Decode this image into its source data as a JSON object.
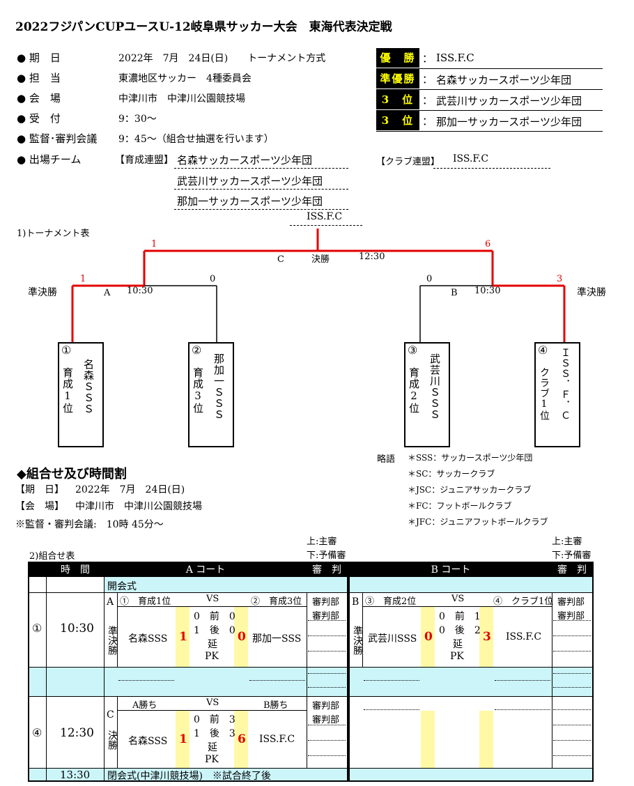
{
  "title": "2022フジパンCUPユースU-12岐阜県サッカー大会　東海代表決定戦",
  "info": [
    {
      "label": "● 期　日",
      "value": "2022年　7月　24日(日)　　トーナメント方式"
    },
    {
      "label": "● 担　当",
      "value": "東濃地区サッカー　4種委員会"
    },
    {
      "label": "● 会　場",
      "value": "中津川市　中津川公園競技場"
    },
    {
      "label": "● 受　付",
      "value": "9：30～"
    },
    {
      "label": "● 監督･審判会議",
      "value": "9：45～（組合せ抽選を行います）"
    },
    {
      "label": "● 出場チーム",
      "value": "【育成連盟】"
    }
  ],
  "results": [
    {
      "label": "優　勝",
      "value": "ISS.F.C"
    },
    {
      "label": "準優勝",
      "value": "名森サッカースポーツ少年団"
    },
    {
      "label": "3　位",
      "value": "武芸川サッカースポーツ少年団"
    },
    {
      "label": "3　位",
      "value": "那加一サッカースポーツ少年団"
    }
  ],
  "teams": {
    "ikusei": [
      "名森サッカースポーツ少年団",
      "武芸川サッカースポーツ少年団",
      "那加一サッカースポーツ少年団",
      "ISS.F.C"
    ],
    "club_label": "【クラブ連盟】",
    "club": "ISS.F.C"
  },
  "bracket": {
    "heading": "1)トーナメント表",
    "final_label": "C　　　決勝",
    "final_time": "12:30",
    "final_left_score": "1",
    "final_right_score": "6",
    "semi_label": "準決勝",
    "semi_a": {
      "label": "A",
      "time": "10:30",
      "left": "1",
      "right": "0"
    },
    "semi_b": {
      "label": "B",
      "time": "10:30",
      "left": "0",
      "right": "3"
    },
    "boxes": [
      {
        "num": "①",
        "col1": "名森ＳＳＳ",
        "col2": "育成1位"
      },
      {
        "num": "②",
        "col1": "那加一ＳＳＳ",
        "col2": "育成3位"
      },
      {
        "num": "③",
        "col1": "武芸川ＳＳＳ",
        "col2": "育成2位"
      },
      {
        "num": "④",
        "col1": "ＩＳＳ．Ｆ．Ｃ",
        "col2": "クラブ1位"
      }
    ]
  },
  "glossary": {
    "label": "略語",
    "items": [
      "＊SSS：サッカースポーツ少年団",
      "＊SC：サッカークラブ",
      "＊JSC：ジュニアサッカークラブ",
      "＊FC：フットボールクラブ",
      "＊JFC：ジュニアフットボールクラブ"
    ]
  },
  "schedule": {
    "heading": "◆組合せ及び時間割",
    "date_label": "【期　日】",
    "date": "2022年　7月　24日(日)",
    "venue_label": "【会　場】",
    "venue": "中津川市　中津川公園競技場",
    "meeting": "※監督・審判会議:　10時 45分～",
    "table_heading": "2)組合せ表",
    "referee_note_top": "上:主審",
    "referee_note_bottom": "下:予備審"
  },
  "table": {
    "h_time": "時　間",
    "h_a": "A コート",
    "h_ref": "審　判",
    "h_b": "B コート",
    "opening": "開会式",
    "row1": {
      "num": "①",
      "time": "10:30",
      "a": {
        "code": "A",
        "kind": "準決勝",
        "left_seed": "①　育成1位",
        "vs": "VS",
        "right_seed": "②　育成3位",
        "left": "名森SSS",
        "lscore": "1",
        "rscore": "0",
        "right": "那加一SSS",
        "mid": [
          "0　前　0",
          "1　後　0",
          "延",
          "PK"
        ],
        "ref": [
          "審判部",
          "審判部"
        ]
      },
      "b": {
        "code": "B",
        "kind": "準決勝",
        "left_seed": "③　育成2位",
        "vs": "VS",
        "right_seed": "④　クラブ1位",
        "left": "武芸川SSS",
        "lscore": "0",
        "rscore": "3",
        "right": "ISS.F.C",
        "mid": [
          "0　前　1",
          "0　後　2",
          "延",
          "PK"
        ],
        "ref": [
          "審判部",
          "審判部"
        ]
      }
    },
    "row4": {
      "num": "④",
      "time": "12:30",
      "a": {
        "code": "C",
        "kind": "決勝",
        "left_seed": "A勝ち",
        "vs": "VS",
        "right_seed": "B勝ち",
        "left": "名森SSS",
        "lscore": "1",
        "rscore": "6",
        "right": "ISS.F.C",
        "mid": [
          "0　前　3",
          "1　後　3",
          "延",
          "PK"
        ],
        "ref": [
          "審判部",
          "審判部"
        ]
      }
    },
    "closing_time": "13:30",
    "closing": "閉会式(中津川競技場)　※試合終了後"
  }
}
